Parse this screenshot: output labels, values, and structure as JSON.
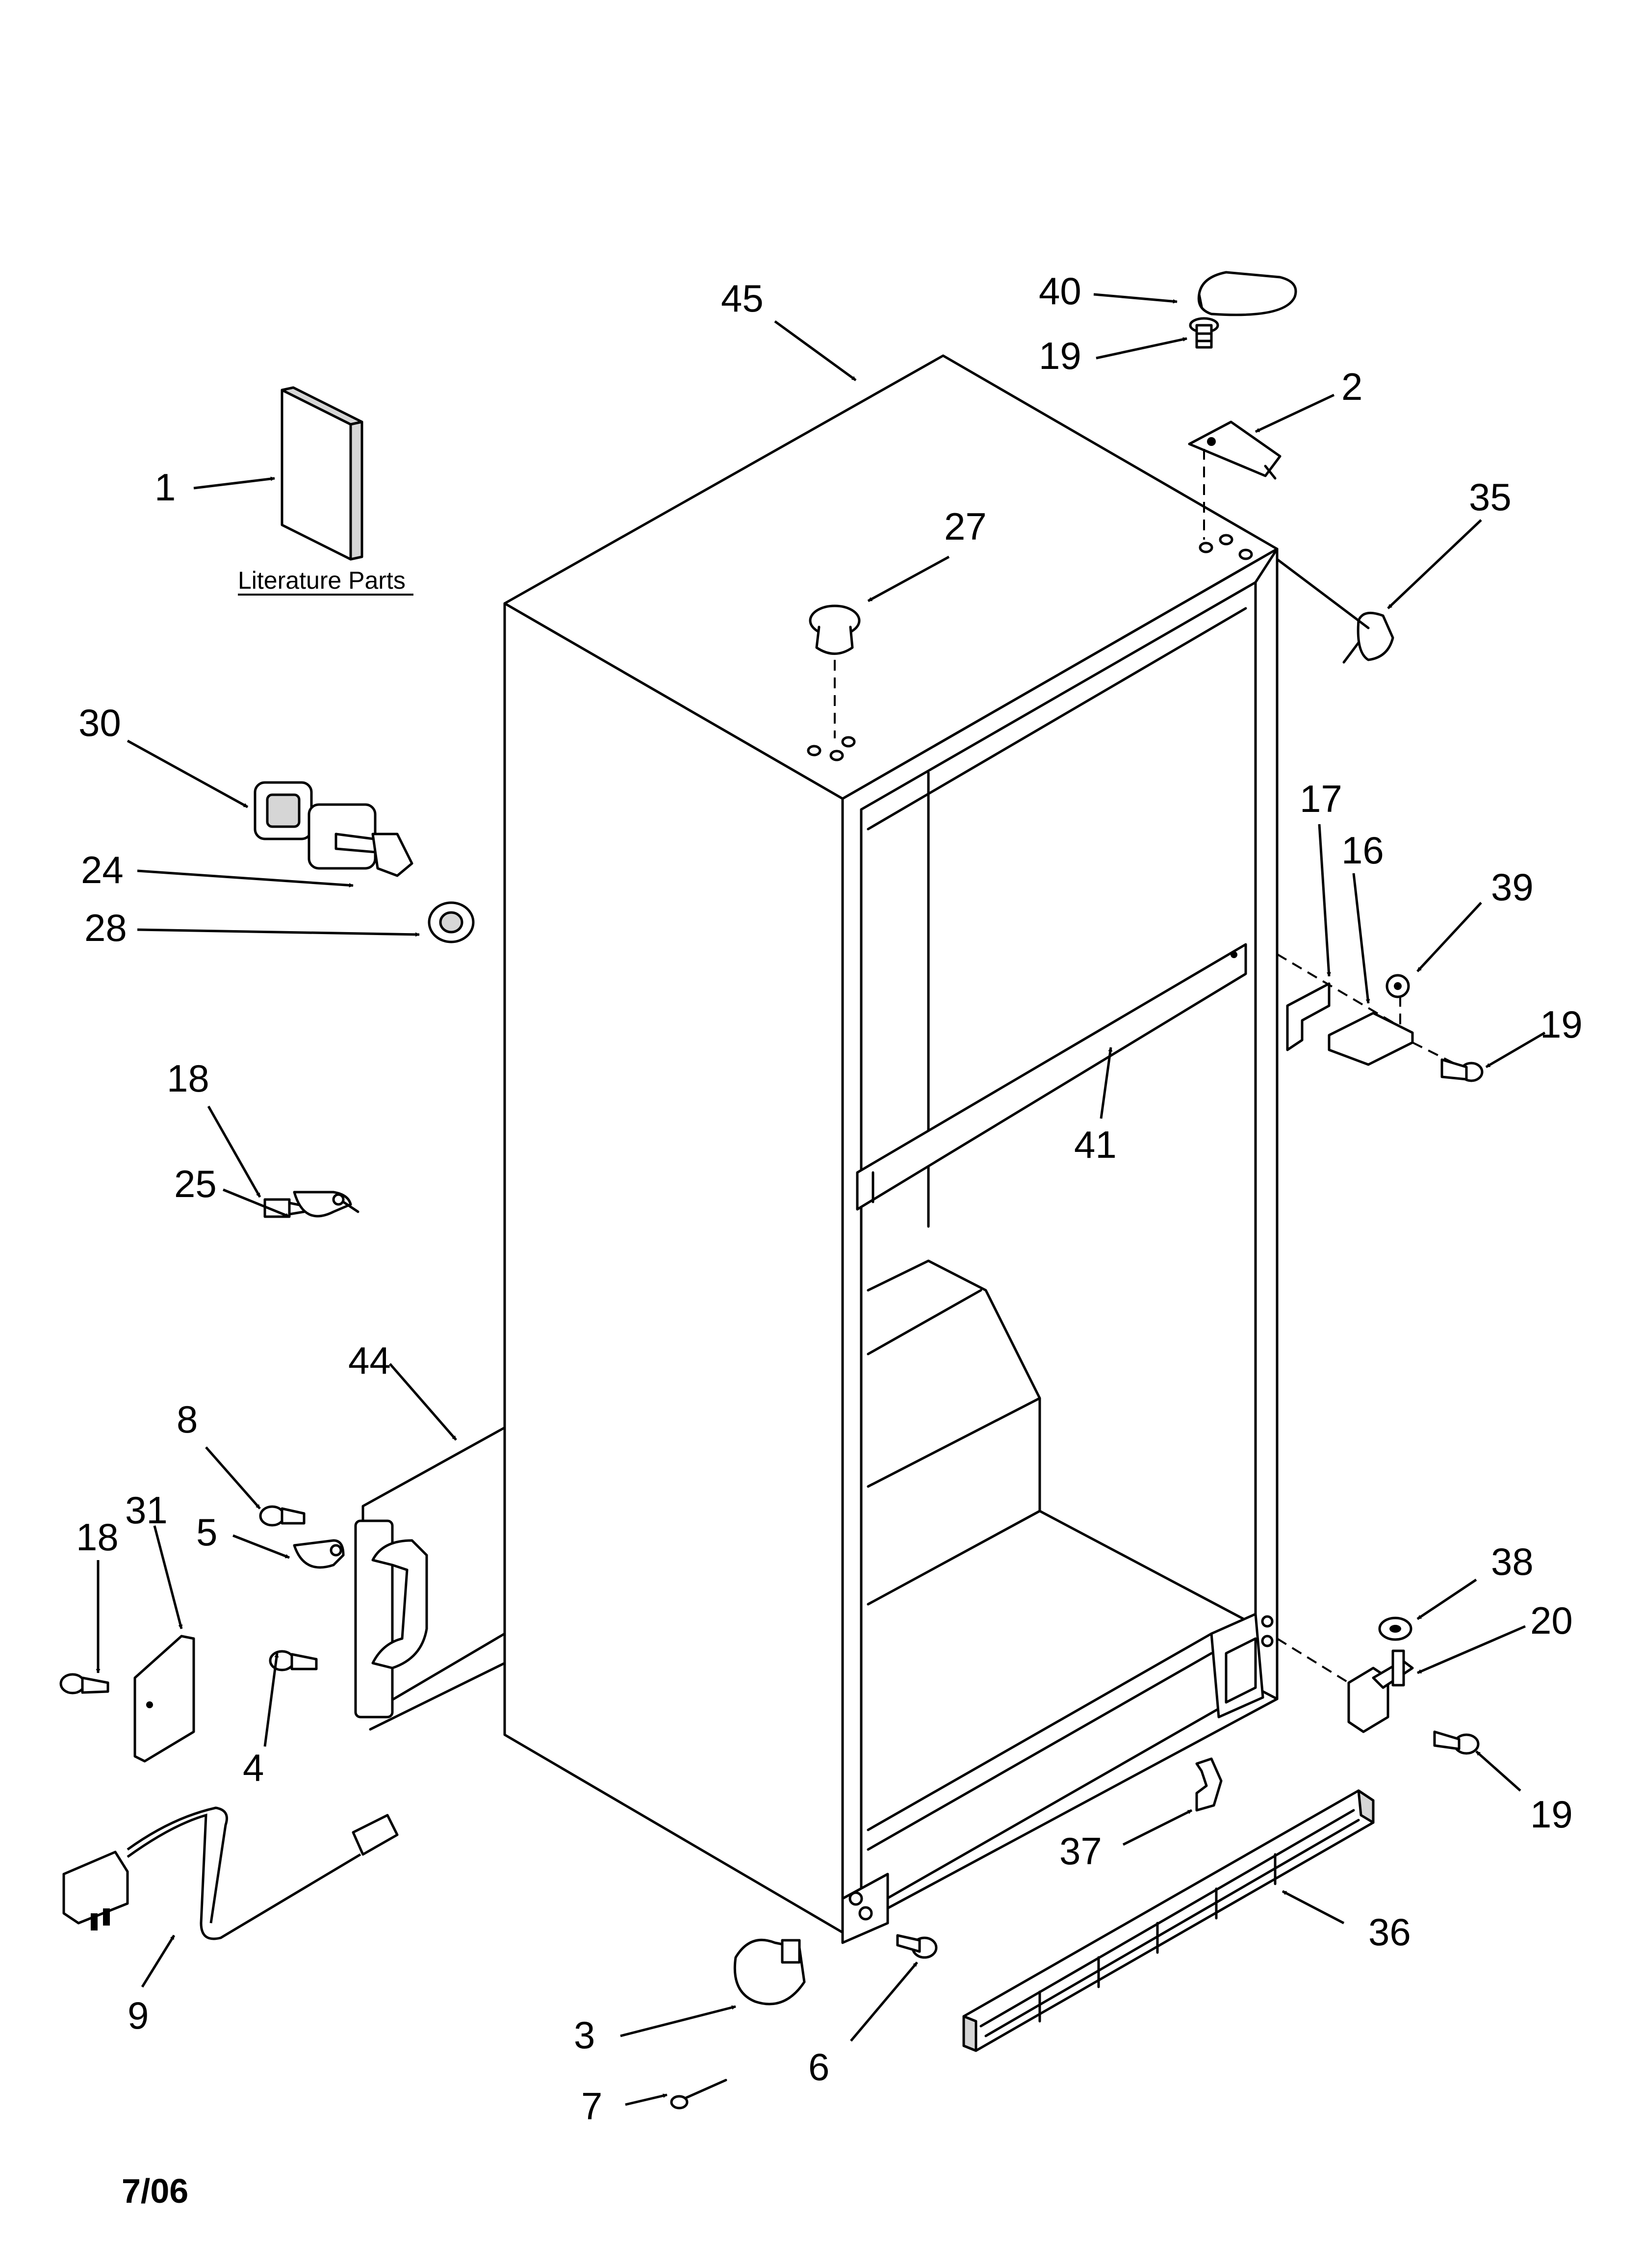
{
  "diagram": {
    "literature_caption": "Literature Parts",
    "date_code": "7/06",
    "callouts": {
      "c45": "45",
      "c40": "40",
      "c19a": "19",
      "c2": "2",
      "c35": "35",
      "c1": "1",
      "c27": "27",
      "c30": "30",
      "c24": "24",
      "c28": "28",
      "c17": "17",
      "c16": "16",
      "c39": "39",
      "c19b": "19",
      "c18a": "18",
      "c25": "25",
      "c41": "41",
      "c44": "44",
      "c8": "8",
      "c31": "31",
      "c5": "5",
      "c18b": "18",
      "c4": "4",
      "c38": "38",
      "c20": "20",
      "c19c": "19",
      "c37": "37",
      "c36": "36",
      "c9": "9",
      "c3": "3",
      "c7": "7",
      "c6": "6"
    }
  }
}
